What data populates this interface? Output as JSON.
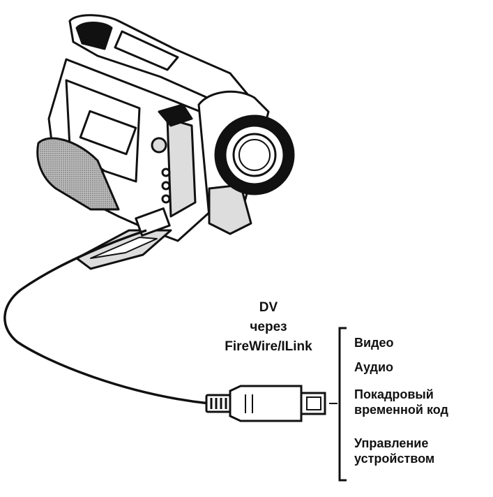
{
  "cable_label": {
    "line1": "DV",
    "line2": "через",
    "line3": "FireWire/ILink"
  },
  "signals": [
    {
      "text": "Видео"
    },
    {
      "text": "Аудио"
    },
    {
      "text": "Покадровый\nвременной код"
    },
    {
      "text": "Управление\nустройством"
    }
  ],
  "colors": {
    "ink": "#111111",
    "background": "#ffffff"
  }
}
